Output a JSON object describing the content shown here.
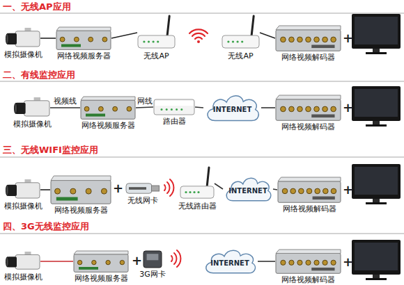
{
  "diagram": {
    "nodes": [
      {
        "text": [
          "模拟摄像机"
        ]
      },
      {
        "text": [
          "网络视频服务器"
        ]
      },
      {
        "text": [
          "无线AP"
        ]
      },
      {
        "text": [
          "无线AP"
        ]
      },
      {
        "text": [
          "网络视频解码器"
        ]
      },
      {
        "text": [
          "模拟摄像机"
        ]
      },
      {
        "text": [
          "网络视频服务器"
        ]
      },
      {
        "text": [
          "路由器"
        ]
      },
      {
        "text": [
          "INTERNET"
        ]
      },
      {
        "text": [
          "网络视频解码器"
        ]
      },
      {
        "text": [
          "模拟摄像机"
        ]
      },
      {
        "text": [
          "网络视频服务器"
        ]
      },
      {
        "text": [
          "无线网卡"
        ]
      },
      {
        "text": [
          "无线路由器"
        ]
      },
      {
        "text": [
          "INTERNET"
        ]
      },
      {
        "text": [
          "网络视频解码器"
        ]
      },
      {
        "text": [
          "模拟摄像机"
        ]
      },
      {
        "text": [
          "网络视频服务器"
        ]
      },
      {
        "text": [
          "3G网卡"
        ]
      },
      {
        "text": [
          "INTERNET"
        ]
      },
      {
        "text": [
          "网络视频解码器"
        ]
      }
    ],
    "edges": [
      {
        "from": 0,
        "to": 1,
        "arrow": "none"
      },
      {
        "from": 1,
        "to": 2,
        "arrow": "none"
      },
      {
        "from": 3,
        "to": 4,
        "arrow": "none"
      },
      {
        "from": 5,
        "to": 6,
        "label": "视频线",
        "arrow": "none"
      },
      {
        "from": 6,
        "to": 7,
        "label": "网线",
        "arrow": "none"
      },
      {
        "from": 7,
        "to": 8,
        "arrow": "none"
      },
      {
        "from": 8,
        "to": 9,
        "arrow": "none"
      },
      {
        "from": 10,
        "to": 11,
        "arrow": "none"
      },
      {
        "from": 13,
        "to": 14,
        "arrow": "none"
      },
      {
        "from": 14,
        "to": 15,
        "arrow": "none"
      },
      {
        "from": 16,
        "to": 17,
        "arrow": "none"
      },
      {
        "from": 19,
        "to": 20,
        "arrow": "none"
      }
    ],
    "labels": [
      "一、无线AP应用",
      "+",
      "二、有线监控应用",
      "+",
      "三、无线WIFI监控应用",
      "+",
      "+",
      "四、3G无线监控应用",
      "+",
      "+"
    ]
  }
}
